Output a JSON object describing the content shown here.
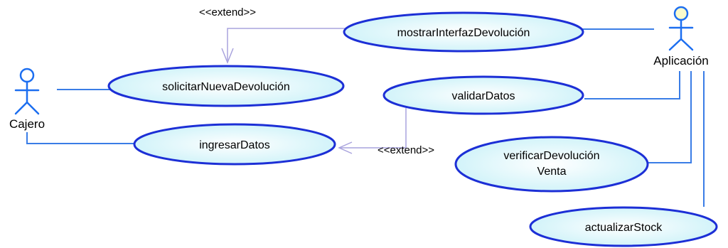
{
  "actors": {
    "cajero": "Cajero",
    "aplicacion": "Aplicación"
  },
  "use_cases": {
    "mostrar": "mostrarInterfazDevolución",
    "solicitar": "solicitarNuevaDevolución",
    "validar": "validarDatos",
    "ingresar": "ingresarDatos",
    "verificar_line1": "verificarDevolución",
    "verificar_line2": "Venta",
    "actualizar": "actualizarStock"
  },
  "relationships": {
    "extend_top": "<<extend>>",
    "extend_mid": "<<extend>>"
  },
  "colors": {
    "ellipse_stroke": "#1c2fd6",
    "ellipse_fill": "#d8f6fb",
    "association_line": "#3a7de6",
    "extend_line": "#a9a3dd",
    "actor_stroke": "#1c6ef0",
    "aplicacion_head_fill": "#fbfbcc"
  }
}
